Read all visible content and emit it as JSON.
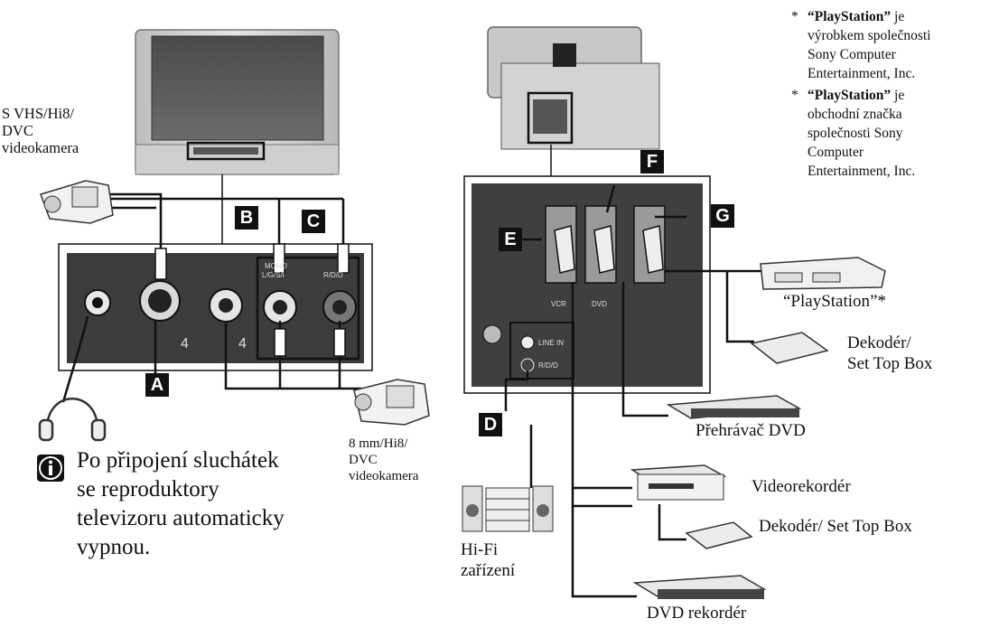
{
  "labels": {
    "camcorder_top": [
      "S VHS/Hi8/",
      "DVC",
      "videokamera"
    ],
    "camcorder_bottom": [
      "8 mm/Hi8/",
      "DVC",
      "videokamera"
    ],
    "playstation": "“PlayStation”*",
    "decoder1": [
      "Dekodér/",
      "Set Top Box"
    ],
    "dvd_player": "Přehrávač DVD",
    "vcr": "Videorekordér",
    "decoder2": "Dekodér/ Set Top Box",
    "hifi": [
      "Hi-Fi",
      "zařízení"
    ],
    "dvd_recorder": "DVD rekordér"
  },
  "letters": {
    "A": "A",
    "B": "B",
    "C": "C",
    "D": "D",
    "E": "E",
    "F": "F",
    "G": "G"
  },
  "panel_text": {
    "mono": "MONO",
    "lsl": "L/G/S/I",
    "rdd": "R/D/D",
    "in4": "4",
    "vcr": "VCR",
    "dvd": "DVD",
    "line_in": "LINE IN",
    "rdd2": "R/D/D"
  },
  "notes": [
    {
      "star": "*",
      "brand": "“PlayStation”",
      "text": [
        "je",
        "výrobkem společnosti",
        "Sony Computer",
        "Entertainment, Inc."
      ]
    },
    {
      "star": "*",
      "brand": "“PlayStation”",
      "text": [
        "je",
        "obchodní značka",
        "společnosti Sony",
        "Computer",
        "Entertainment, Inc."
      ]
    }
  ],
  "info": {
    "icon": "info-icon",
    "lines": [
      "Po připojení sluchátek",
      "se reproduktory",
      "televizoru automaticky",
      "vypnou."
    ]
  }
}
